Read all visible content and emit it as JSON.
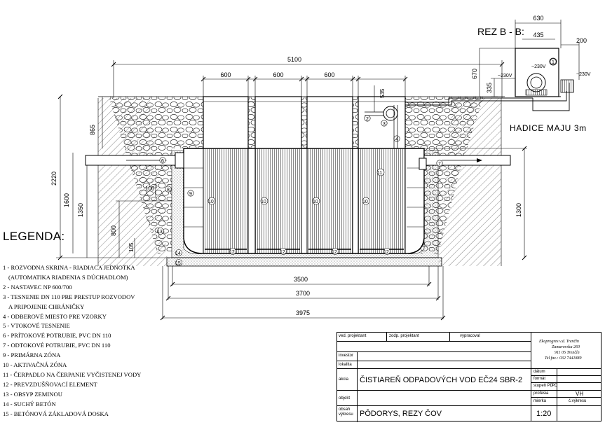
{
  "drawing": {
    "section_title": "REZ B - B:",
    "hose_note": "HADICE MAJU 3m",
    "dimensions": {
      "total_length": "5100",
      "chamber_widths": [
        "600",
        "600",
        "600"
      ],
      "riser_535": "535",
      "d_865": "865",
      "d_2220": "2220",
      "d_1600": "1600",
      "d_1350": "1350",
      "d_800": "800",
      "d_105": "105",
      "d_100": "100",
      "d_1300": "1300",
      "d_3500": "3500",
      "d_3700": "3700",
      "d_3975": "3975",
      "d_630": "630",
      "d_435": "435",
      "d_200": "200",
      "d_670": "670",
      "d_335": "335"
    },
    "voltage_labels": [
      "~230V",
      "~230V",
      "~230V"
    ],
    "markers": [
      "1",
      "2",
      "3",
      "4",
      "6",
      "7",
      "8",
      "9",
      "10",
      "11",
      "12",
      "13",
      "14",
      "15"
    ]
  },
  "legend": {
    "title": "LEGENDA:",
    "items": [
      "1 - ROZVODNA SKRINA - RIADIACA JEDNOTKA",
      "(AUTOMATIKA RIADENIA S DÚCHADLOM)",
      "2 - NASTAVEC NP 600/700",
      "3 - TESNENIE DN 110 PRE PRESTUP ROZVODOV",
      "A PRIPOJENIE CHRÁNIČKY",
      "4 - ODBEROVÉ MIESTO PRE VZORKY",
      "5 - VTOKOVÉ TESNENIE",
      "6 - PRÍTOKOVÉ POTRUBIE, PVC DN 110",
      "7 - ODTOKOVÉ POTRUBIE, PVC DN 110",
      "9 - PRIMÁRNA ZÓNA",
      "10 - AKTIVAČNÁ ZÓNA",
      "11 - ČERPADLO NA ČERPANIE VYČISTENEJ VODY",
      "12 - PREVZDUŠŇOVACÍ ELEMENT",
      "13 - OBSYP ZEMINOU",
      "14 - SUCHÝ BETÓN",
      "15 - BETÓNOVÁ ZÁKLADOVÁ DOSKA"
    ]
  },
  "title_block": {
    "ved_projektant": "ved. projektant",
    "zodp_projektant": "zodp. projektant",
    "vypracoval": "vypracoval",
    "investor": "investor",
    "lokalita": "lokalita",
    "akcia": "akcia",
    "objekt": "objekt",
    "obsah": "obsah\nvýkresu",
    "project_name": "ČISTIAREŇ ODPADOVÝCH VOD  EČ24 SBR-2",
    "drawing_content": "PÔDORYS, REZY ČOV",
    "company": "Ekoprogres v.d. Trenčín",
    "address1": "Zamarovska 260",
    "address2": "911 05 Trenčín",
    "phone": "Tel.fax.: 032 7441889",
    "datum": "dátum",
    "format": "formát",
    "stupen": "stupeň PD",
    "stupen_val": "PD",
    "profesia": "profesia",
    "profesia_val": "VH",
    "mierka": "mierka",
    "mierka_val": "1:20",
    "cvykresu": "č.výkresu"
  }
}
